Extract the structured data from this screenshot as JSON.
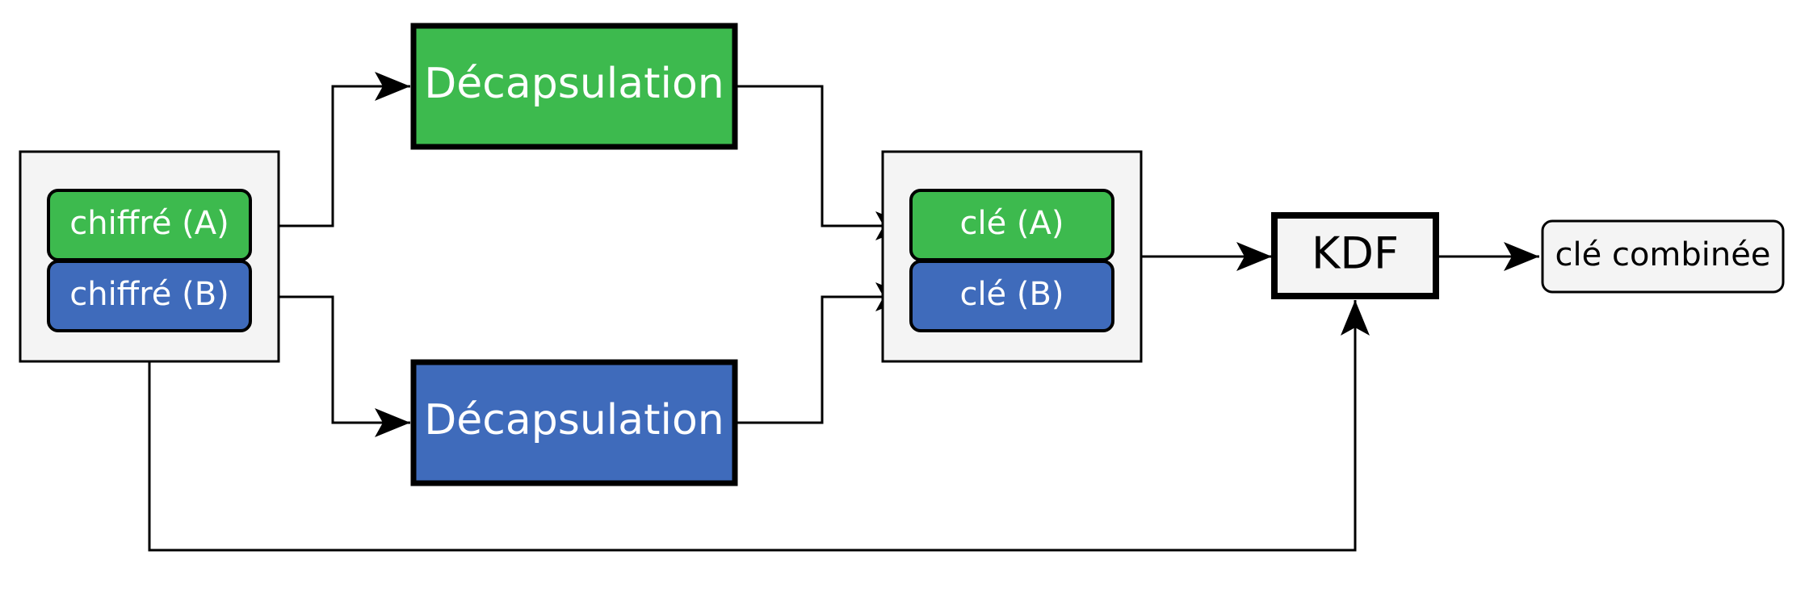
{
  "labels": {
    "decap_top": "Décapsulation",
    "decap_bottom": "Décapsulation",
    "cipher_a": "chiffré (A)",
    "cipher_b": "chiffré (B)",
    "key_a": "clé (A)",
    "key_b": "clé (B)",
    "kdf": "KDF",
    "combined": "clé combinée"
  },
  "colors": {
    "green": "#3dba4e",
    "blue": "#3f6bbb",
    "container": "#f4f4f4",
    "stroke": "#000000",
    "text_light": "#ffffff",
    "text_dark": "#000000"
  }
}
